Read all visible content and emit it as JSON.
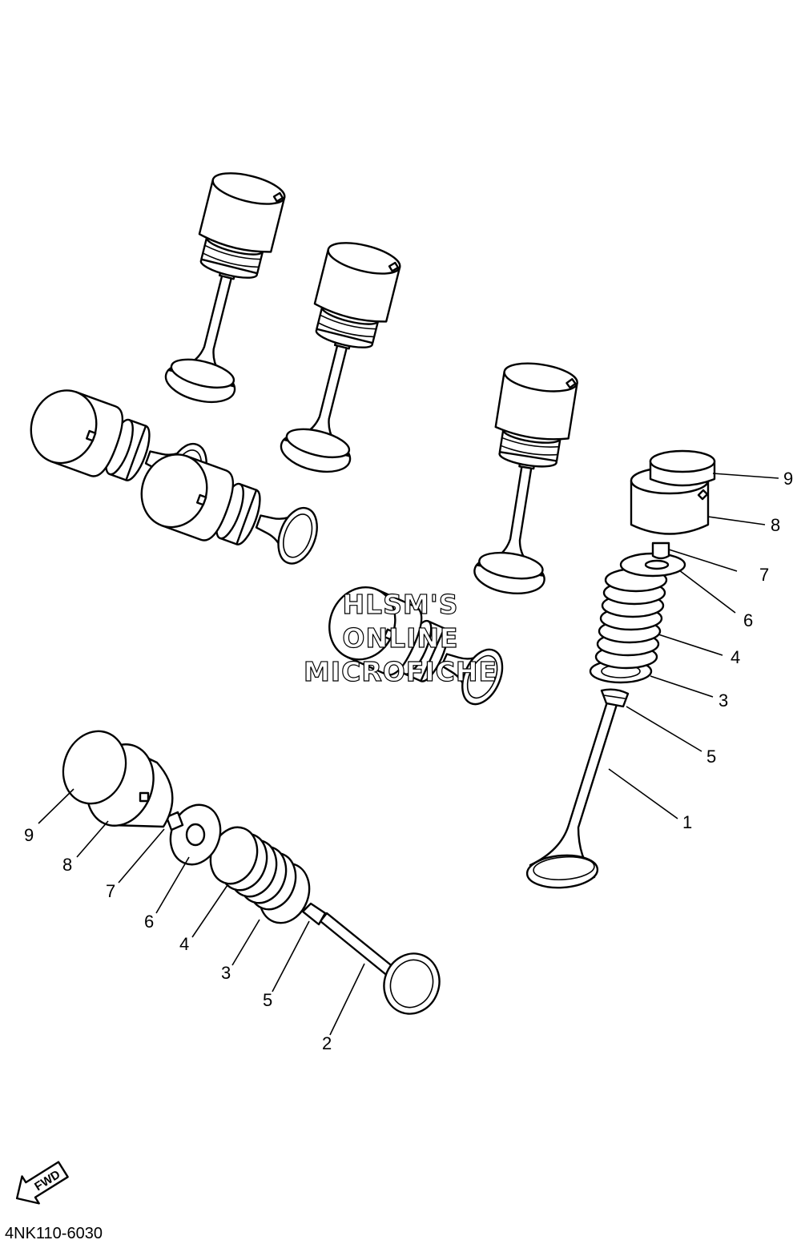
{
  "diagram": {
    "part_code": "4NK110-6030",
    "watermark": [
      "HLSM'S",
      "ONLINE",
      "MICROFICHE"
    ],
    "direction_label": "FWD",
    "callouts_right_assembly": [
      "9",
      "8",
      "7",
      "6",
      "4",
      "3",
      "5",
      "1"
    ],
    "callouts_left_assembly": [
      "9",
      "8",
      "7",
      "6",
      "4",
      "3",
      "5",
      "2"
    ],
    "colors": {
      "line": "#000000",
      "background": "#ffffff"
    }
  }
}
